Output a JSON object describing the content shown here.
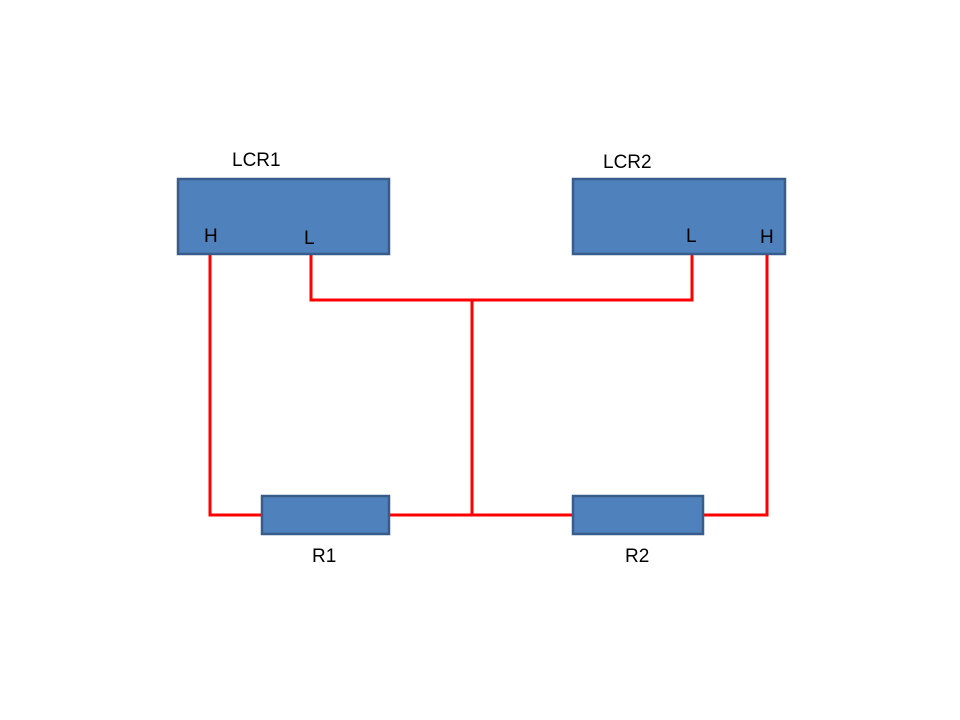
{
  "colors": {
    "box_fill": "#4F81BD",
    "box_stroke": "#385D8A",
    "wire": "#FF0000",
    "text": "#000000",
    "background": "#FFFFFF"
  },
  "instruments": {
    "lcr1": {
      "name": "LCR1",
      "terminal_h": "H",
      "terminal_l": "L"
    },
    "lcr2": {
      "name": "LCR2",
      "terminal_l": "L",
      "terminal_h": "H"
    }
  },
  "resistors": {
    "r1": {
      "name": "R1"
    },
    "r2": {
      "name": "R2"
    }
  }
}
